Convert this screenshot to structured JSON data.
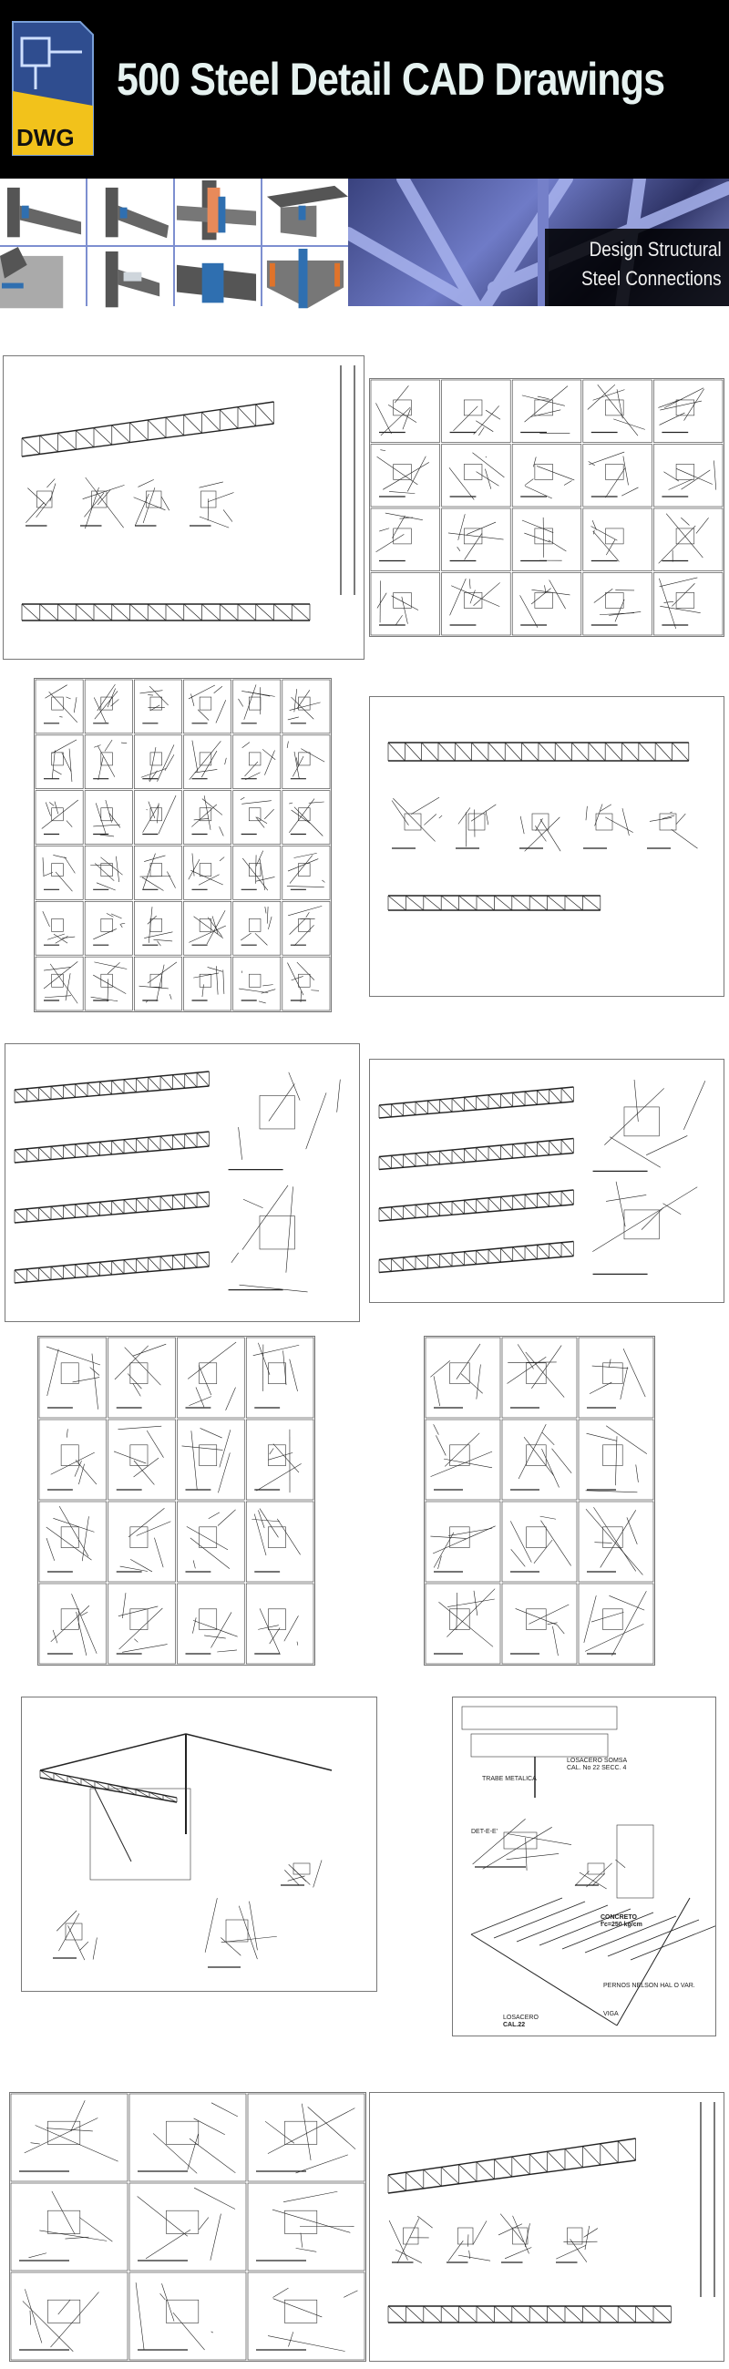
{
  "header": {
    "title": "500 Steel Detail CAD Drawings",
    "logo_text": "DWG"
  },
  "banner": {
    "caption_line1": "Design Structural",
    "caption_line2": "Steel Connections"
  },
  "panel10_labels": {
    "l1": "LOSACERO SOMSA",
    "l2": "CAL. No 22 SECC. 4",
    "l3": "TRABE METALICA",
    "l4": "DET-E-E'",
    "l5": "CONCRETO",
    "l6": "f'c=250 kg/cm",
    "l7": "PERNOS NELSON HAL O VAR.",
    "l8": "VIGA",
    "l9": "LOSACERO",
    "l10": "CAL.22"
  },
  "colors": {
    "header_bg": "#000000",
    "title": "#e6f2f0",
    "logo_yellow": "#f2c21b",
    "logo_blue": "#2f4d8f",
    "steel_blue": "#5a66b8"
  }
}
